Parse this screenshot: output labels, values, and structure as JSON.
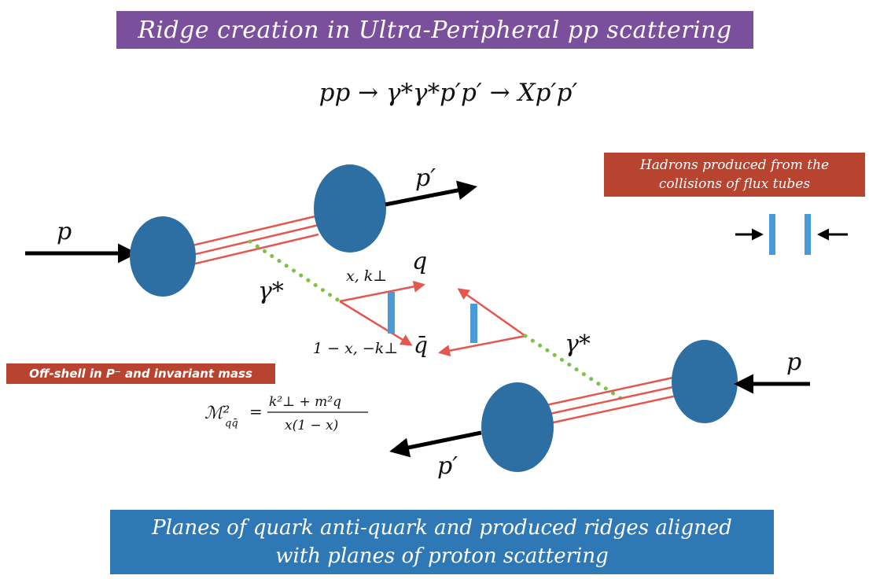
{
  "title": "Ridge creation in Ultra-Peripheral pp scattering",
  "main_formula": "pp → γ*γ*p′p′ → Xp′p′",
  "hadrons_note": {
    "line1": "Hadrons produced from the",
    "line2": "collisions of flux tubes"
  },
  "offshell_note": "Off-shell in P⁻ and invariant mass",
  "mass_formula": {
    "lhs": "ℳ²",
    "lhs_sub": "qq̄",
    "equals": "=",
    "numerator": "k²⊥ + m²q",
    "denominator": "x(1 − x)"
  },
  "diagram_labels": {
    "p_in_left": "p",
    "p_out_top": "p′",
    "gamma_left": "γ*",
    "q": "q",
    "qbar": "q̄",
    "x_kperp": "x, k⊥",
    "one_minus_x": "1 − x, −k⊥",
    "gamma_right": "γ*",
    "p_in_right": "p",
    "p_out_bottom": "p′"
  },
  "bottom_note": {
    "line1": "Planes of quark anti-quark and produced ridges aligned",
    "line2": "with planes of proton scattering"
  },
  "colors": {
    "title_bg": "#7a4f9b",
    "proton": "#2e6fa3",
    "flux_line": "#e4574f",
    "photon_dots": "#7cc243",
    "ridge": "#4a9ad8",
    "note_bg": "#b8442f",
    "bottom_bg": "#2e79b5"
  }
}
